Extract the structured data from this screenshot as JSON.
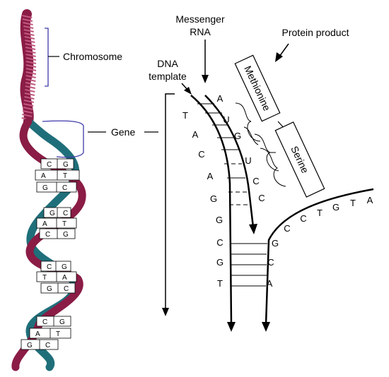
{
  "labels": {
    "chromosome": "Chromosome",
    "gene": "Gene",
    "messenger_rna": [
      "Messenger",
      "RNA"
    ],
    "dna_template": [
      "DNA",
      "template"
    ],
    "protein_product": "Protein product",
    "methionine": "Methionine",
    "serine": "Serine"
  },
  "sequences": {
    "template_strand": [
      "T",
      "A",
      "C",
      "A",
      "G",
      "G",
      "C",
      "G",
      "T"
    ],
    "mrna": [
      "A",
      "U",
      "G",
      "U",
      "C",
      "C"
    ],
    "coding_lower": [
      "G",
      "C",
      "A"
    ],
    "coding_upper": [
      "C",
      "C",
      "T",
      "G",
      "T",
      "A"
    ]
  },
  "helix_pairs": [
    [
      "C",
      "G"
    ],
    [
      "A",
      "T"
    ],
    [
      "G",
      "C"
    ],
    [
      "G",
      "C"
    ],
    [
      "A",
      "T"
    ],
    [
      "C",
      "G"
    ],
    [
      "C",
      "G"
    ],
    [
      "T",
      "A"
    ],
    [
      "G",
      "C"
    ],
    [
      "C",
      "G"
    ],
    [
      "A",
      "T"
    ],
    [
      "G",
      "C"
    ]
  ],
  "colors": {
    "strand_crimson": "#8a1c45",
    "strand_teal": "#1f6f7a",
    "bracket_blue": "#3d3aa8",
    "line": "#000000"
  }
}
